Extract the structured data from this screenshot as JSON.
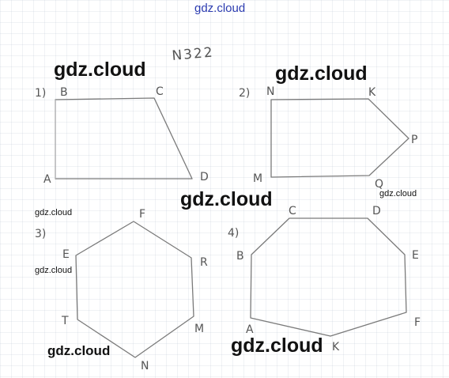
{
  "title": "N322",
  "watermark": "gdz.cloud",
  "figures": [
    {
      "number": "1)",
      "vertices": [
        "B",
        "C",
        "D",
        "A"
      ]
    },
    {
      "number": "2)",
      "vertices": [
        "N",
        "K",
        "P",
        "Q",
        "M"
      ]
    },
    {
      "number": "3)",
      "vertices": [
        "F",
        "R",
        "M",
        "N",
        "T",
        "E"
      ]
    },
    {
      "number": "4)",
      "vertices": [
        "C",
        "D",
        "E",
        "F",
        "K",
        "A",
        "B"
      ]
    }
  ]
}
